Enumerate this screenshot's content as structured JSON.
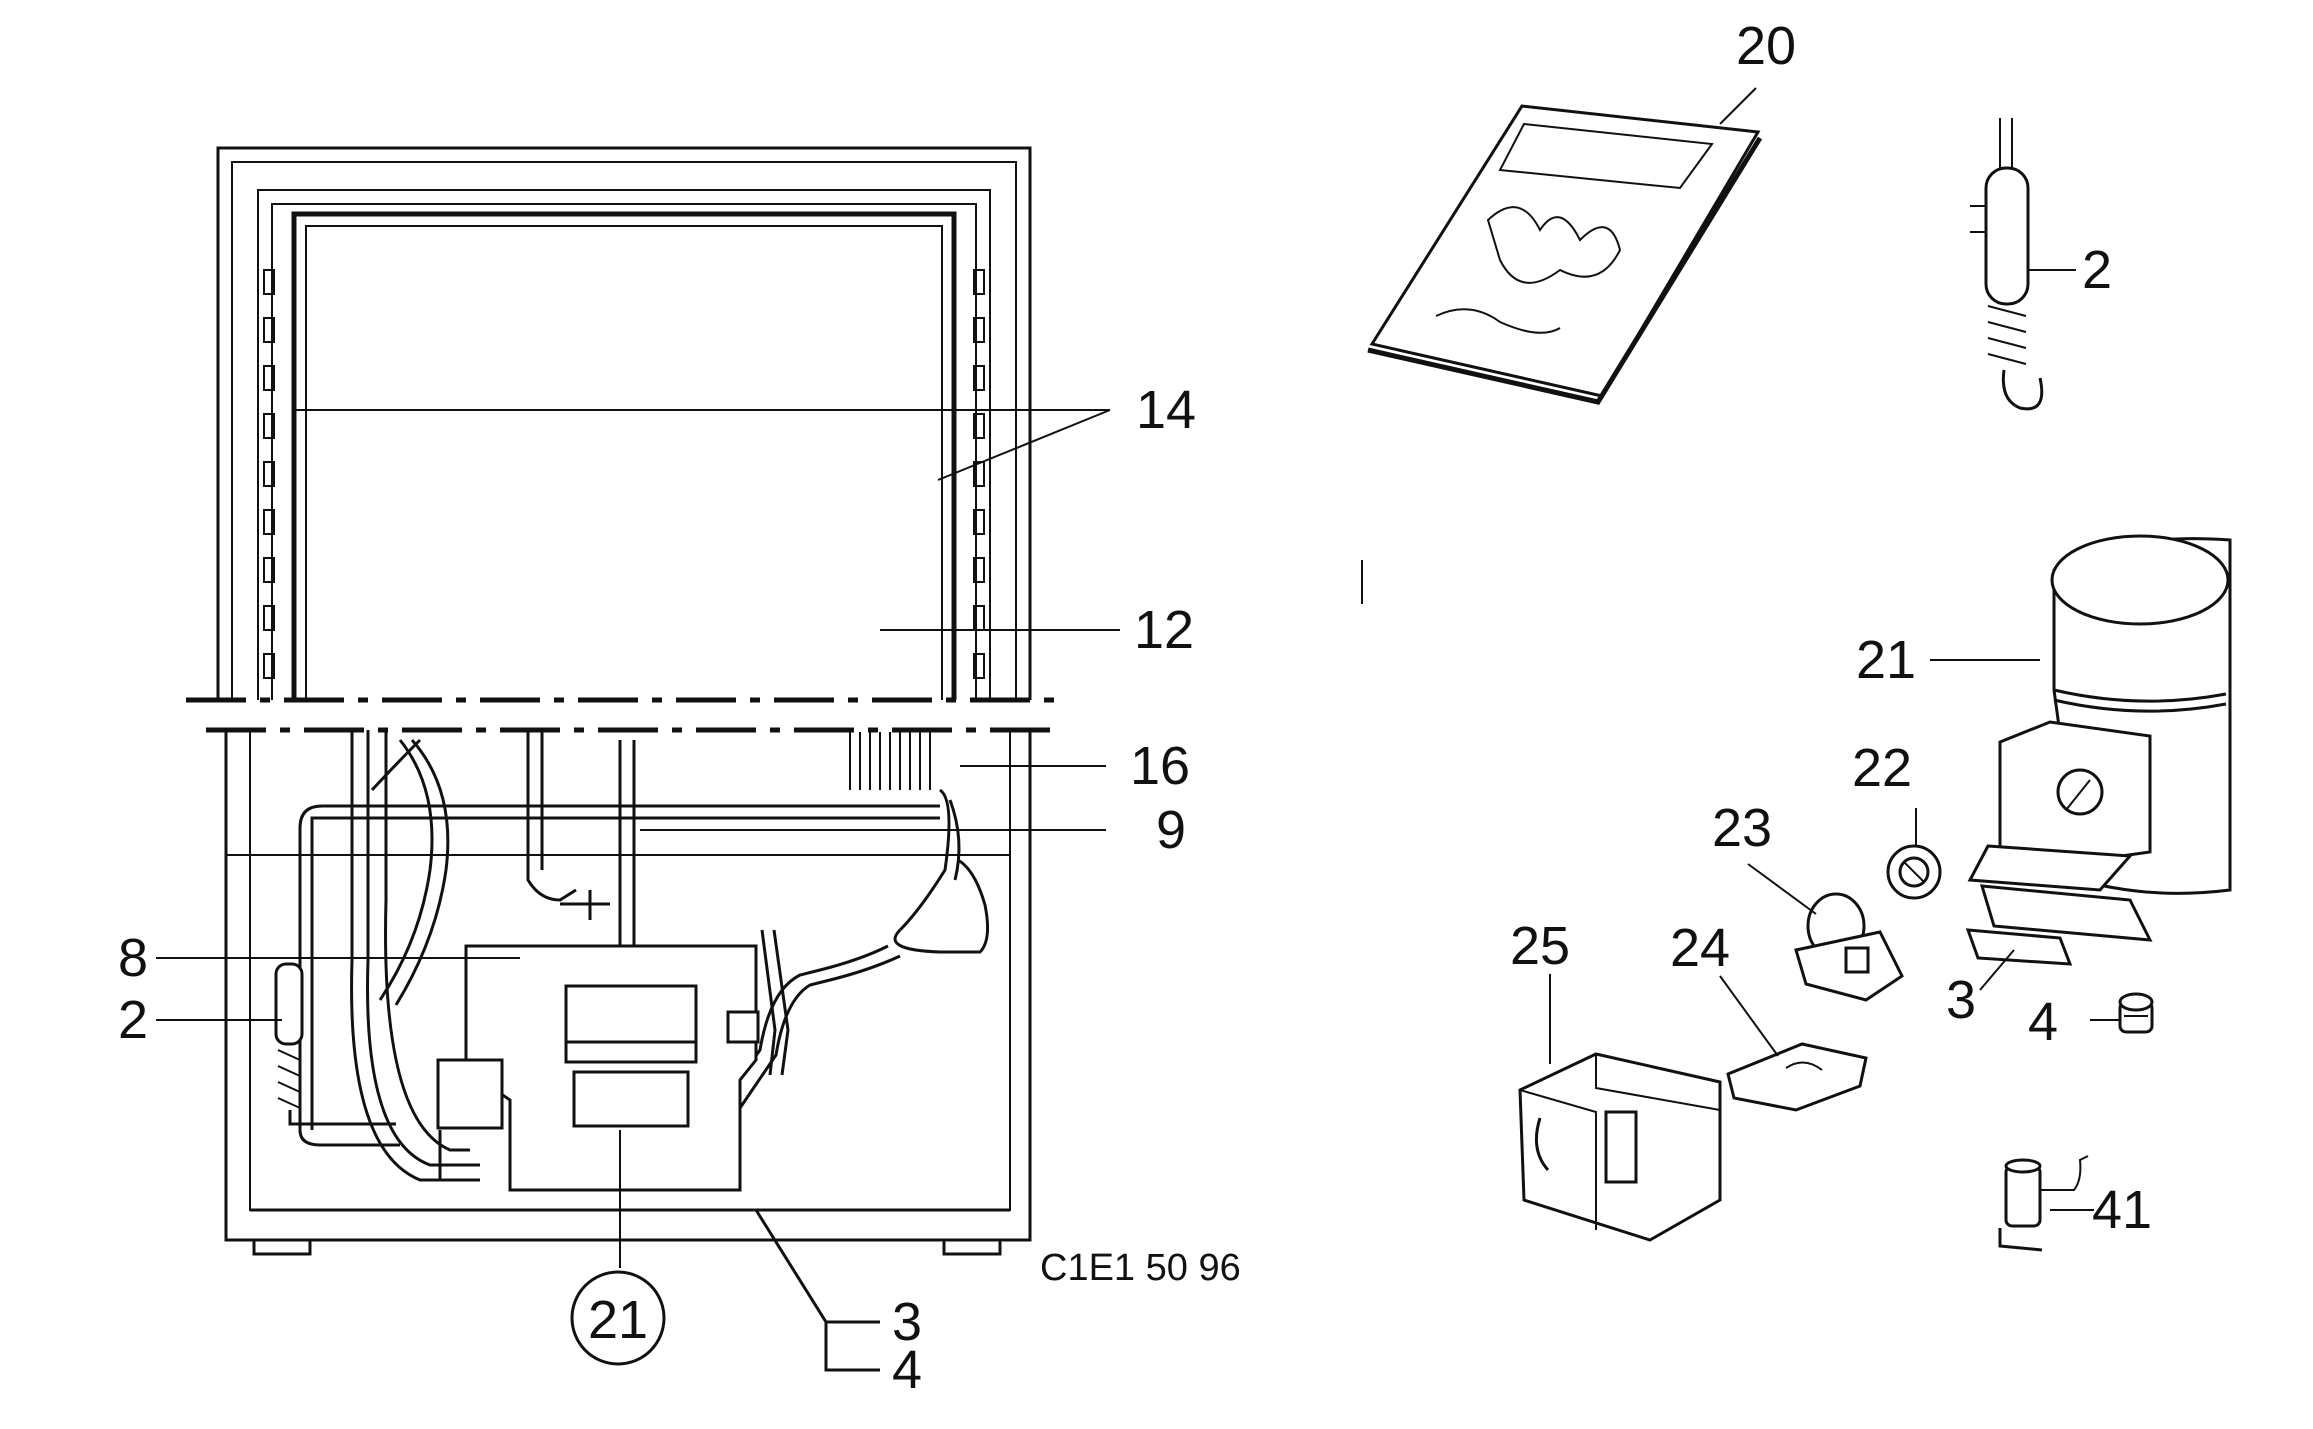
{
  "figure_code": "C1E1 50 96",
  "assembly_callouts": {
    "c14": "14",
    "c12": "12",
    "c16": "16",
    "c9": "9",
    "c8": "8",
    "c2": "2",
    "c21": "21",
    "c3": "3",
    "c4": "4"
  },
  "parts_callouts": {
    "p20": "20",
    "p2": "2",
    "p21": "21",
    "p22": "22",
    "p23": "23",
    "p3": "3",
    "p4": "4",
    "p25": "25",
    "p24": "24",
    "p41": "41"
  }
}
